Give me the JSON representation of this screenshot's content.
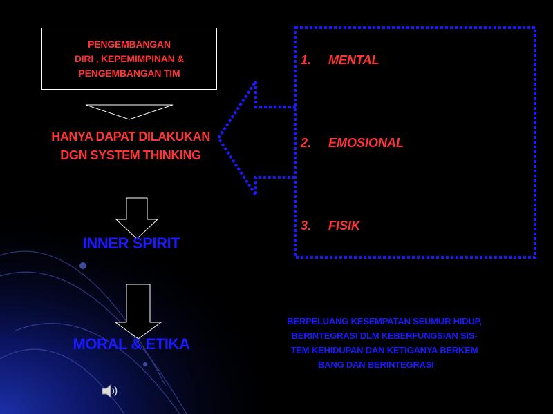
{
  "top_box": {
    "lines": [
      "PENGEMBANGAN",
      "DIRI , KEPEMIMPINAN &",
      "PENGEMBANGAN TIM"
    ]
  },
  "thinking": {
    "lines": [
      "HANYA DAPAT DILAKUKAN",
      "DGN SYSTEM THINKING"
    ]
  },
  "inner_spirit": "INNER SPIRIT",
  "moral_etika": "MORAL & ETIKA",
  "list": [
    {
      "num": "1.",
      "label": "MENTAL"
    },
    {
      "num": "2.",
      "label": "EMOSIONAL"
    },
    {
      "num": "3.",
      "label": "FISIK"
    }
  ],
  "note": {
    "lines": [
      "BERPELUANG KESEMPATAN SEUMUR HIDUP,",
      "BERINTEGRASI DLM KEBERFUNGSIAN SIS-",
      "TEM KEHIDUPAN DAN KETIGANYA BERKEM",
      "BANG DAN BERINTEGRASI"
    ]
  },
  "icon": "speaker-icon",
  "colors": {
    "background": "#000000",
    "red_text": "#ff3333",
    "blue_text": "#1a1aff",
    "dotted_border": "#1a1aff",
    "outline": "#ffffff"
  }
}
